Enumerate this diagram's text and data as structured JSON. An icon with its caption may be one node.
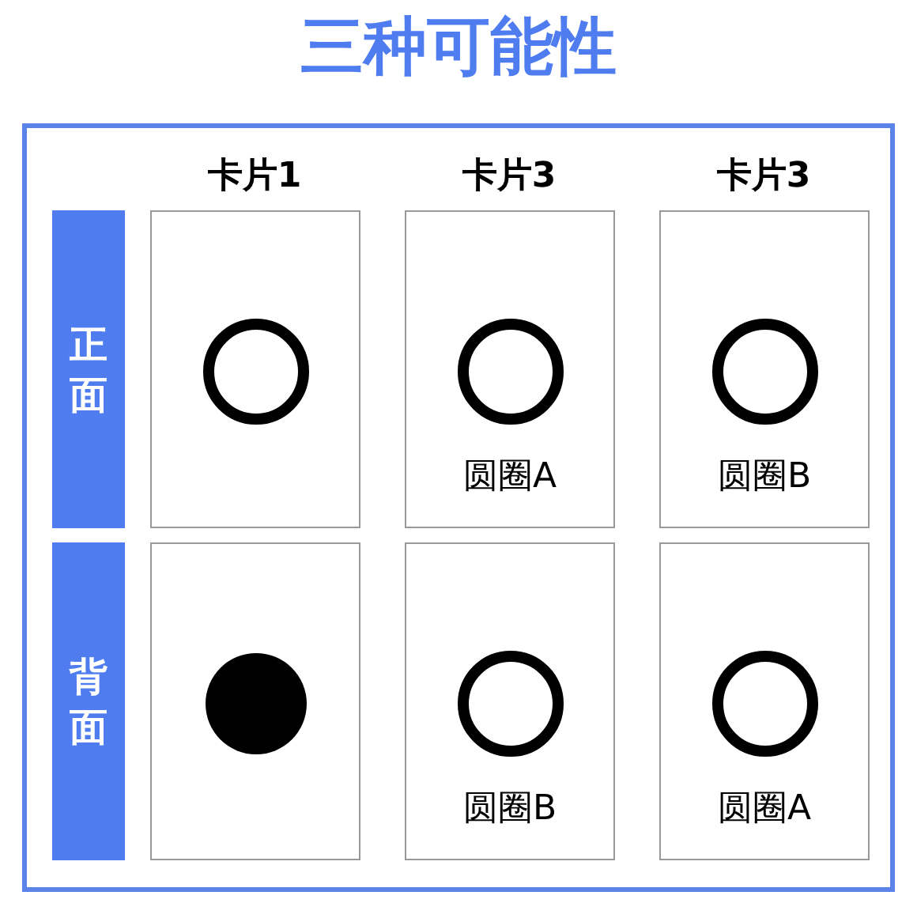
{
  "diagram": {
    "title": "三种可能性",
    "nodes": [
      {
        "text": [],
        "shape": "box"
      },
      {
        "text": [
          "正面"
        ],
        "in": 0
      },
      {
        "text": [],
        "shape": "box",
        "in": 0
      },
      {
        "text": [
          "圆圈A"
        ],
        "in": 0
      },
      {
        "text": [
          "圆圈B"
        ],
        "in": 0
      },
      {
        "text": [
          "背面"
        ],
        "in": 0
      },
      {
        "text": [],
        "shape": "box",
        "in": 0
      },
      {
        "text": [
          "圆圈B"
        ],
        "in": 0
      },
      {
        "text": [
          "圆圈A"
        ],
        "in": 0
      }
    ],
    "labels": [
      "卡片1",
      "卡片3",
      "卡片3"
    ]
  }
}
